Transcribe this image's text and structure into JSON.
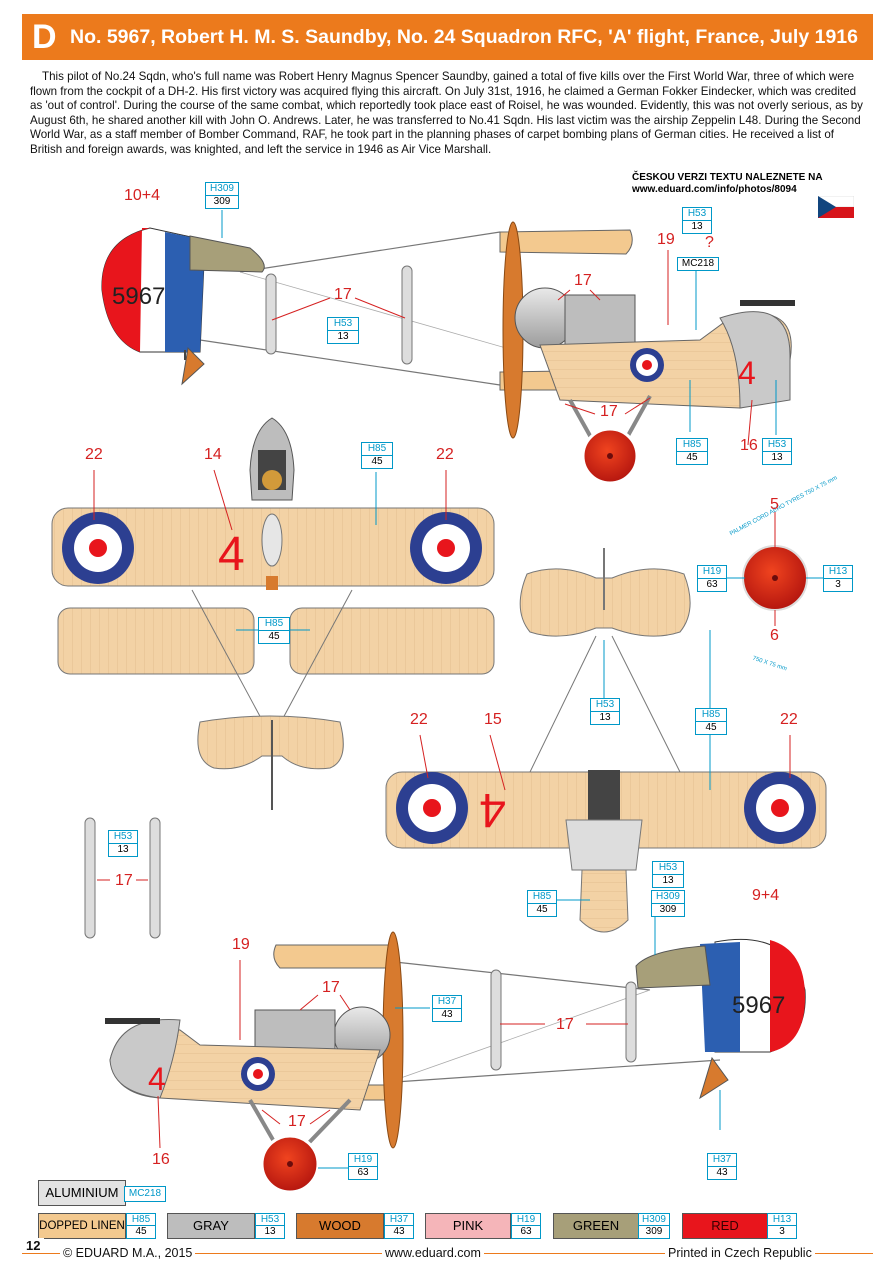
{
  "header": {
    "letter": "D",
    "title": "No. 5967, Robert H. M. S. Saundby, No. 24 Squadron RFC, 'A' flight, France, July 1916"
  },
  "description": "This pilot of No.24 Sqdn, who's full name was Robert Henry Magnus Spencer Saundby, gained a total of five kills over the First World War, three of which were flown from the cockpit of a DH-2. His first victory was acquired flying this aircraft. On July 31st, 1916, he claimed a German Fokker Eindecker, which was credited as 'out of control'. During the course of the same combat, which reportedly took place east of Roisel, he was wounded. Evidently, this was not overly serious, as by August 6th, he shared another kill with John O. Andrews. Later, he was transferred to No.41 Sqdn. His last victim was the airship Zeppelin L48. During the Second World War, as a staff member of Bomber Command, RAF, he took part in the planning phases of carpet bombing plans of German cities. He received a list of British and foreign awards, was knighted, and left the service in 1946 as Air Vice Marshall.",
  "czech_link": {
    "line1": "ČESKOU VERZI TEXTU NALEZNETE NA",
    "line2": "www.eduard.com/info/photos/8094"
  },
  "callouts": {
    "n104": "10+4",
    "n94": "9+4",
    "n17": "17",
    "n19": "19",
    "n22": "22",
    "n14": "14",
    "n15": "15",
    "n16": "16",
    "n5": "5",
    "n6": "6",
    "q": "?",
    "serial": "5967",
    "fuse_num": "4"
  },
  "codes": {
    "H309": {
      "k": "H309",
      "v": "309"
    },
    "H53": {
      "k": "H53",
      "v": "13"
    },
    "MC218": {
      "k": "MC218"
    },
    "H85": {
      "k": "H85",
      "v": "45"
    },
    "H19": {
      "k": "H19",
      "v": "63"
    },
    "H13": {
      "k": "H13",
      "v": "3"
    },
    "H37": {
      "k": "H37",
      "v": "43"
    }
  },
  "tyre_text": {
    "top": "PALMER CORD AERO TYRES 750 X 75 mm",
    "bottom": "750 X 75 mm"
  },
  "legend": {
    "aluminium": {
      "label": "ALUMINIUM",
      "code": "MC218",
      "color": "#e3e3e3"
    },
    "items": [
      {
        "label": "DOPPED LINEN",
        "k": "H85",
        "v": "45",
        "color": "#f3c98f"
      },
      {
        "label": "GRAY",
        "k": "H53",
        "v": "13",
        "color": "#bdbdbd"
      },
      {
        "label": "WOOD",
        "k": "H37",
        "v": "43",
        "color": "#d77a2e"
      },
      {
        "label": "PINK",
        "k": "H19",
        "v": "63",
        "color": "#f5b5b9"
      },
      {
        "label": "GREEN",
        "k": "H309",
        "v": "309",
        "color": "#a79f79"
      },
      {
        "label": "RED",
        "k": "H13",
        "v": "3",
        "color": "#e8151c"
      }
    ]
  },
  "footer": {
    "page": "12",
    "copyright": "© EDUARD M.A., 2015",
    "web": "www.eduard.com",
    "printed": "Printed in Czech Republic"
  },
  "colors": {
    "accent": "#ec7a1c",
    "code_blue": "#0098c8",
    "callout_red": "#d52121",
    "linen": "#f3d2a5",
    "roundel_blue": "#2c3f91",
    "roundel_red": "#e8151c"
  }
}
